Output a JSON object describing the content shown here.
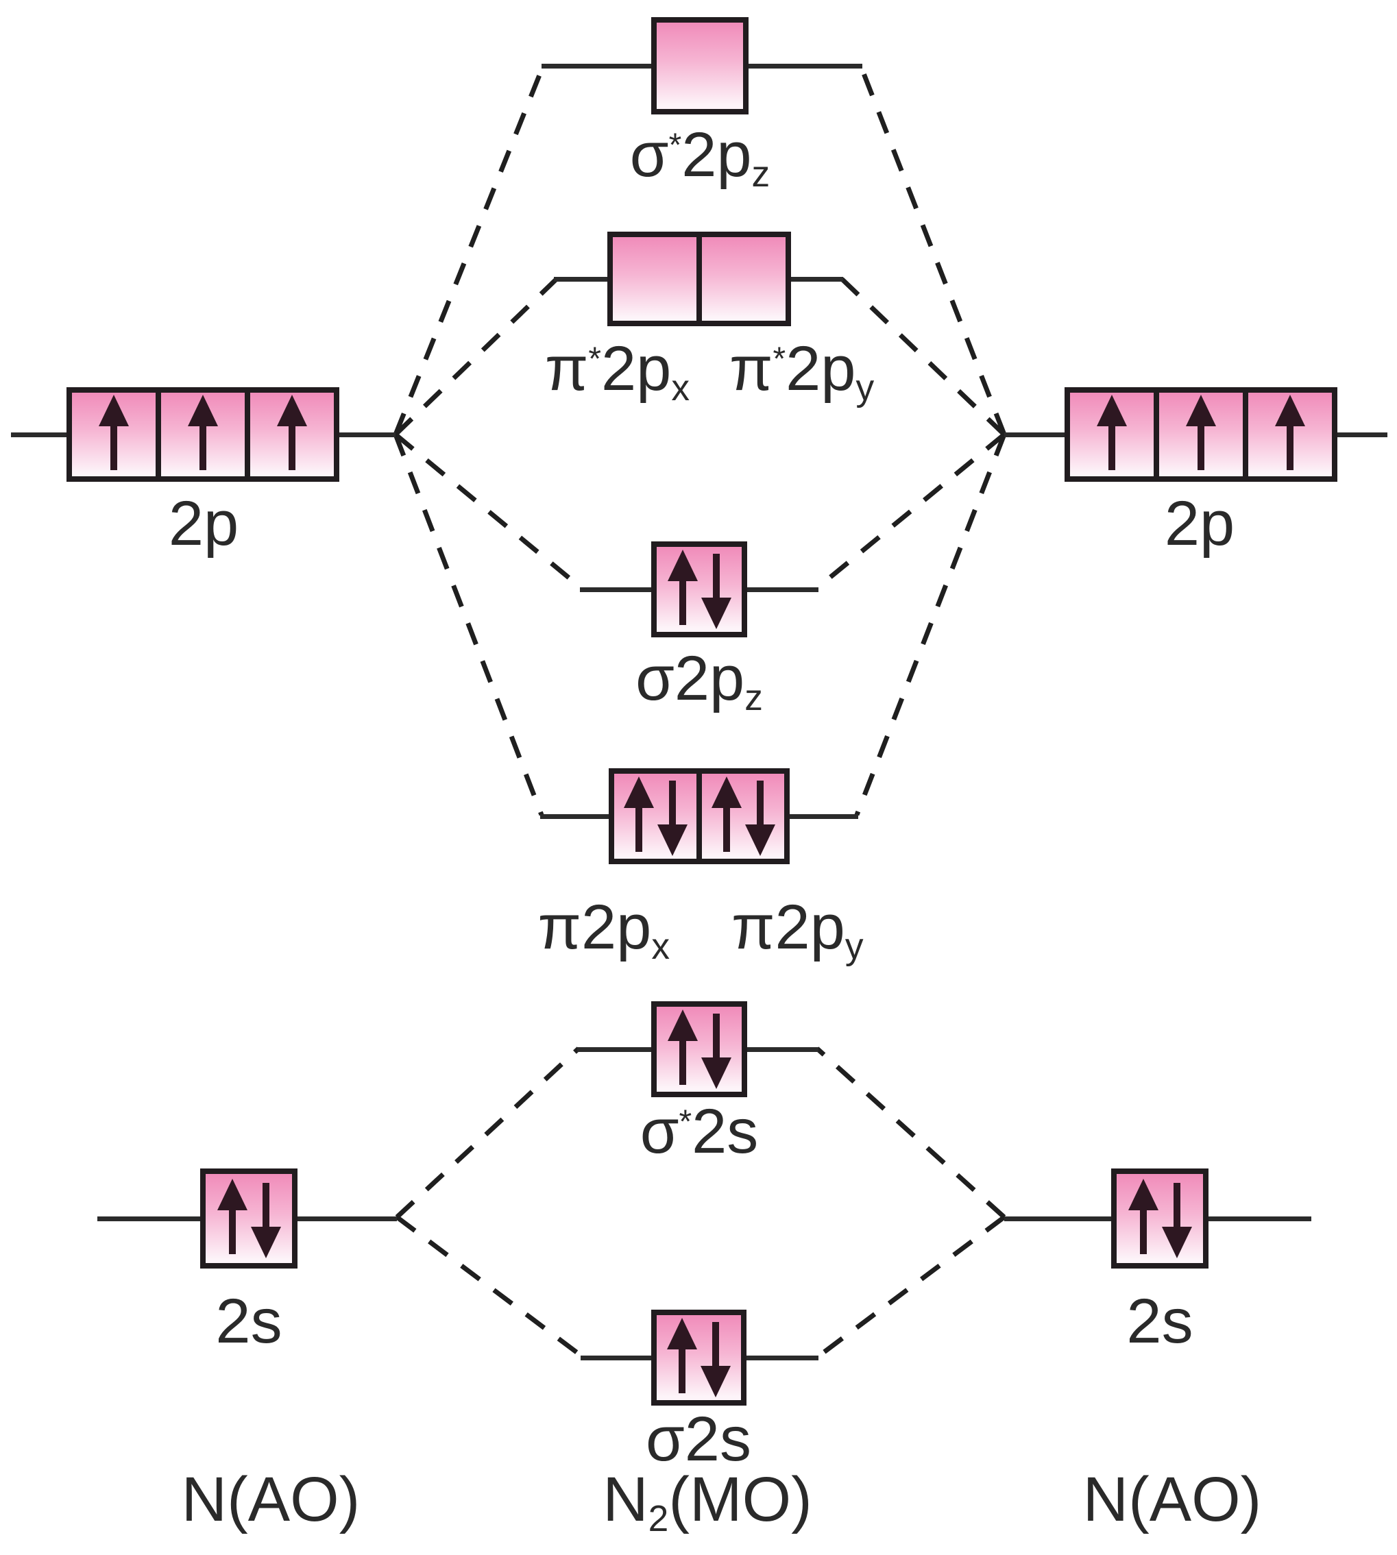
{
  "colors": {
    "box_fill_top": "#f08cba",
    "box_fill_mid": "#f6b5d3",
    "box_fill_bottom": "#fdf4f9",
    "box_border": "#211c1f",
    "line_color": "#2b2b2b",
    "arrow_color": "#2d1721",
    "text_color": "#2a2a2a"
  },
  "column_labels": {
    "left": {
      "base": "N",
      "sub": "",
      "paren": "(AO)"
    },
    "center": {
      "base": "N",
      "sub": "2",
      "paren": "(MO)"
    },
    "right": {
      "base": "N",
      "sub": "",
      "paren": "(AO)"
    }
  },
  "mo_levels": {
    "sigma_star_2pz": {
      "label": {
        "greek": "σ",
        "star": "*",
        "orb": "2p",
        "sub": "z"
      },
      "electrons": [
        []
      ]
    },
    "pi_star_2p": {
      "labels": [
        {
          "greek": "π",
          "star": "*",
          "orb": "2p",
          "sub": "x"
        },
        {
          "greek": "π",
          "star": "*",
          "orb": "2p",
          "sub": "y"
        }
      ],
      "electrons": [
        [],
        []
      ]
    },
    "sigma_2pz": {
      "label": {
        "greek": "σ",
        "star": "",
        "orb": "2p",
        "sub": "z"
      },
      "electrons": [
        [
          "up",
          "down"
        ]
      ]
    },
    "pi_2p": {
      "labels": [
        {
          "greek": "π",
          "star": "",
          "orb": "2p",
          "sub": "x"
        },
        {
          "greek": "π",
          "star": "",
          "orb": "2p",
          "sub": "y"
        }
      ],
      "electrons": [
        [
          "up",
          "down"
        ],
        [
          "up",
          "down"
        ]
      ]
    },
    "sigma_star_2s": {
      "label": {
        "greek": "σ",
        "star": "*",
        "orb": "2s",
        "sub": ""
      },
      "electrons": [
        [
          "up",
          "down"
        ]
      ]
    },
    "sigma_2s": {
      "label": {
        "greek": "σ",
        "star": "",
        "orb": "2s",
        "sub": ""
      },
      "electrons": [
        [
          "up",
          "down"
        ]
      ]
    }
  },
  "ao_levels": {
    "left_2p": {
      "label": "2p",
      "electrons": [
        [
          "up"
        ],
        [
          "up"
        ],
        [
          "up"
        ]
      ]
    },
    "right_2p": {
      "label": "2p",
      "electrons": [
        [
          "up"
        ],
        [
          "up"
        ],
        [
          "up"
        ]
      ]
    },
    "left_2s": {
      "label": "2s",
      "electrons": [
        [
          "up",
          "down"
        ]
      ]
    },
    "right_2s": {
      "label": "2s",
      "electrons": [
        [
          "up",
          "down"
        ]
      ]
    }
  }
}
